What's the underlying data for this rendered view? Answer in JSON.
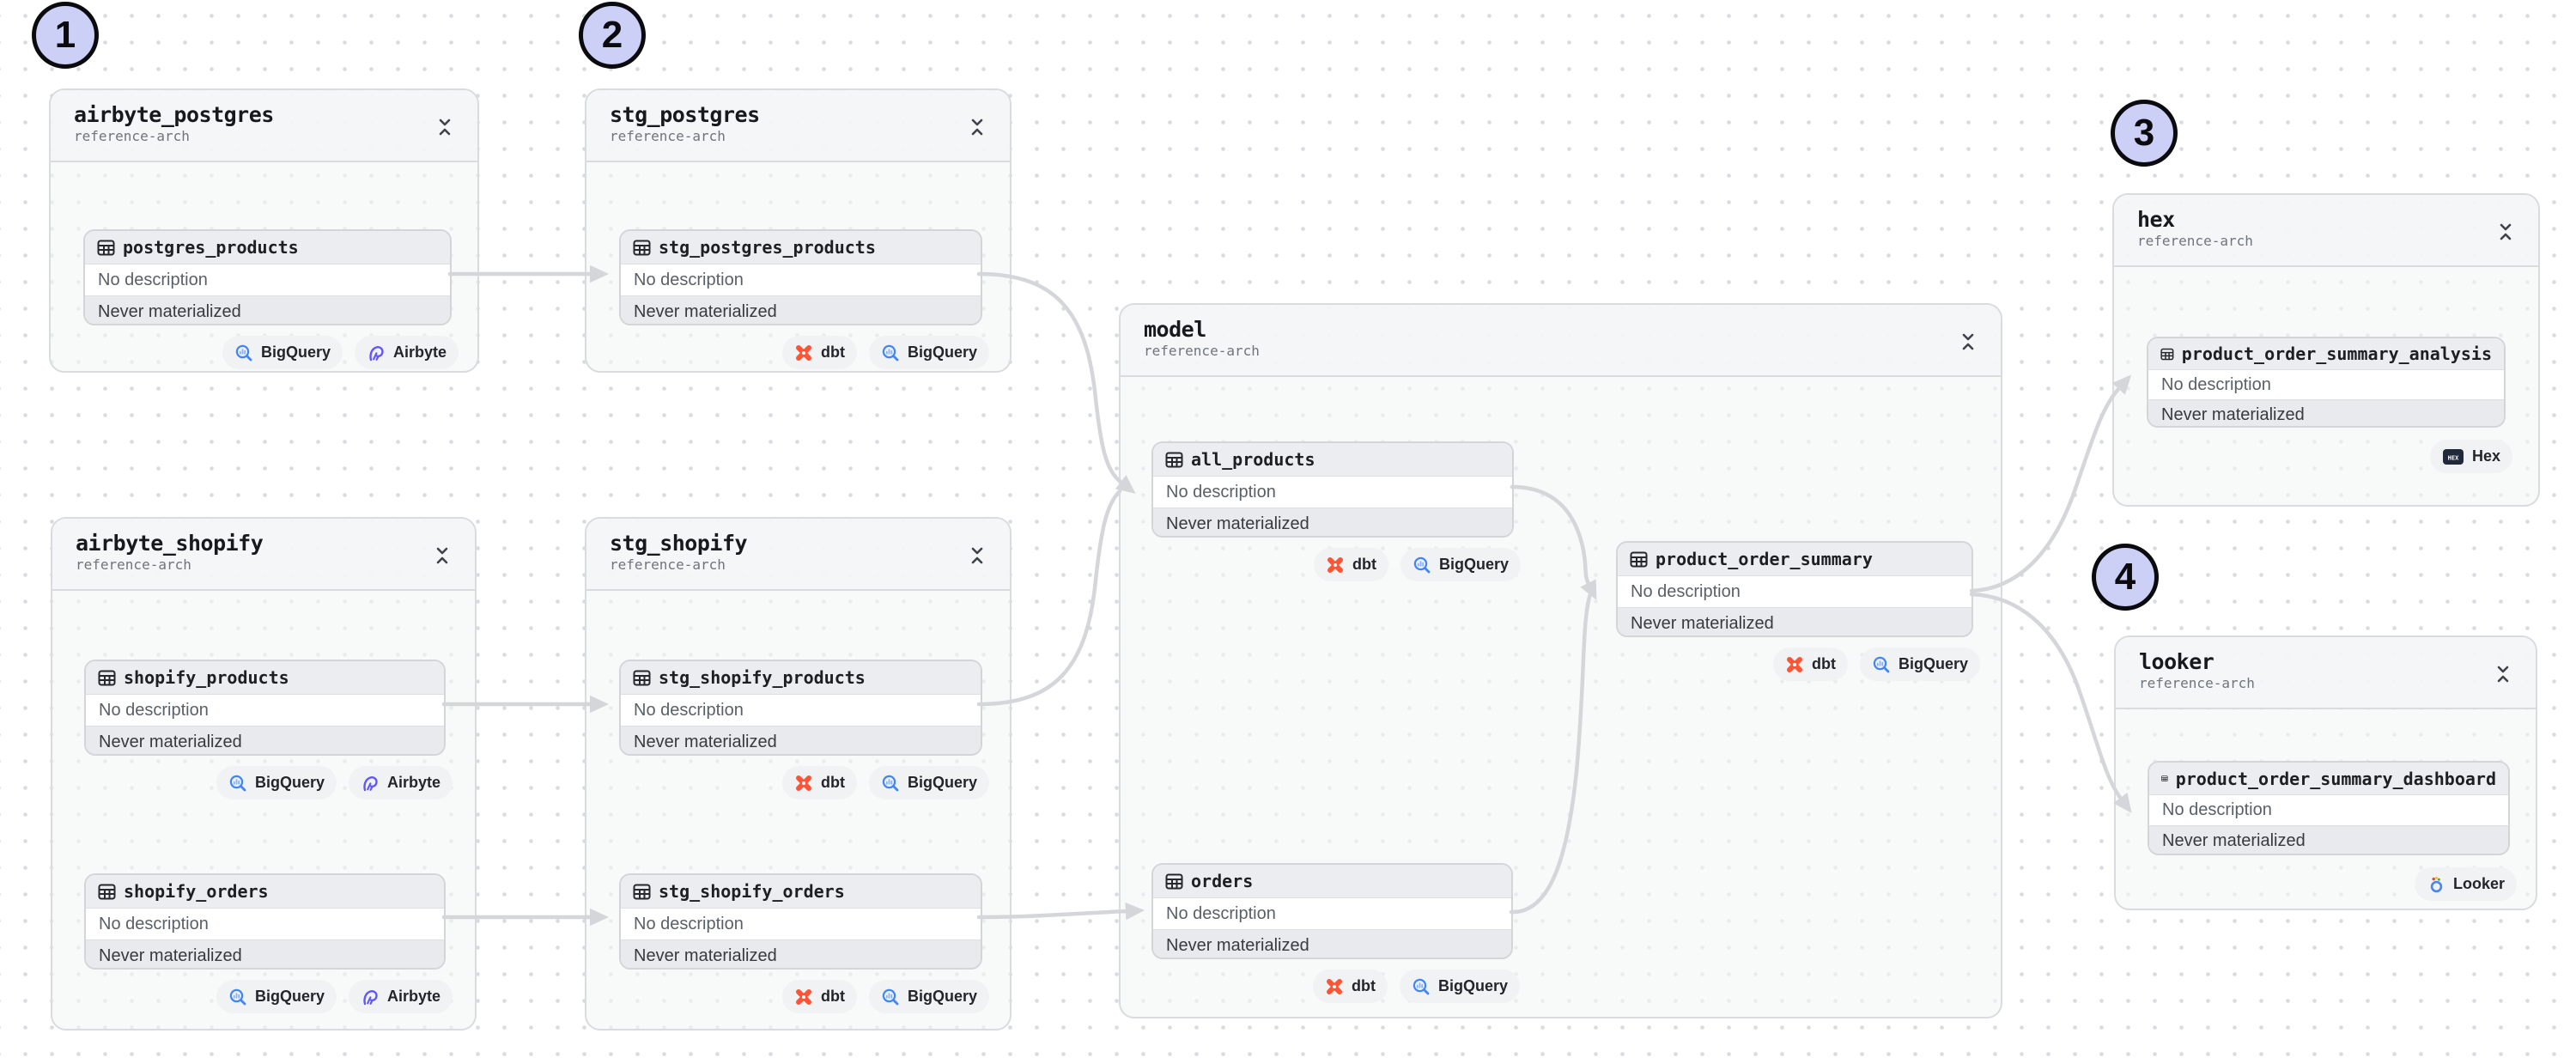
{
  "annotations": {
    "circle_fill": "#cdd0f6",
    "markers": [
      {
        "label": "1"
      },
      {
        "label": "2"
      },
      {
        "label": "3"
      },
      {
        "label": "4"
      }
    ]
  },
  "colors": {
    "edge": "#d6d8dc",
    "bigquery_blue": "#4285f4",
    "airbyte_purple": "#6157ff",
    "dbt_orange": "#ff5436",
    "hex_navy": "#202a3b",
    "looker_blue": "#4a86ec"
  },
  "groups": [
    {
      "title": "airbyte_postgres",
      "subtitle": "reference-arch",
      "nodes": [
        {
          "name": "postgres_products",
          "description": "No description",
          "status": "Never materialized",
          "badges": [
            {
              "type": "bigquery",
              "label": "BigQuery"
            },
            {
              "type": "airbyte",
              "label": "Airbyte"
            }
          ]
        }
      ]
    },
    {
      "title": "stg_postgres",
      "subtitle": "reference-arch",
      "nodes": [
        {
          "name": "stg_postgres_products",
          "description": "No description",
          "status": "Never materialized",
          "badges": [
            {
              "type": "dbt",
              "label": "dbt"
            },
            {
              "type": "bigquery",
              "label": "BigQuery"
            }
          ]
        }
      ]
    },
    {
      "title": "airbyte_shopify",
      "subtitle": "reference-arch",
      "nodes": [
        {
          "name": "shopify_products",
          "description": "No description",
          "status": "Never materialized",
          "badges": [
            {
              "type": "bigquery",
              "label": "BigQuery"
            },
            {
              "type": "airbyte",
              "label": "Airbyte"
            }
          ]
        },
        {
          "name": "shopify_orders",
          "description": "No description",
          "status": "Never materialized",
          "badges": [
            {
              "type": "bigquery",
              "label": "BigQuery"
            },
            {
              "type": "airbyte",
              "label": "Airbyte"
            }
          ]
        }
      ]
    },
    {
      "title": "stg_shopify",
      "subtitle": "reference-arch",
      "nodes": [
        {
          "name": "stg_shopify_products",
          "description": "No description",
          "status": "Never materialized",
          "badges": [
            {
              "type": "dbt",
              "label": "dbt"
            },
            {
              "type": "bigquery",
              "label": "BigQuery"
            }
          ]
        },
        {
          "name": "stg_shopify_orders",
          "description": "No description",
          "status": "Never materialized",
          "badges": [
            {
              "type": "dbt",
              "label": "dbt"
            },
            {
              "type": "bigquery",
              "label": "BigQuery"
            }
          ]
        }
      ]
    },
    {
      "title": "model",
      "subtitle": "reference-arch",
      "nodes": [
        {
          "name": "all_products",
          "description": "No description",
          "status": "Never materialized",
          "badges": [
            {
              "type": "dbt",
              "label": "dbt"
            },
            {
              "type": "bigquery",
              "label": "BigQuery"
            }
          ]
        },
        {
          "name": "product_order_summary",
          "description": "No description",
          "status": "Never materialized",
          "badges": [
            {
              "type": "dbt",
              "label": "dbt"
            },
            {
              "type": "bigquery",
              "label": "BigQuery"
            }
          ]
        },
        {
          "name": "orders",
          "description": "No description",
          "status": "Never materialized",
          "badges": [
            {
              "type": "dbt",
              "label": "dbt"
            },
            {
              "type": "bigquery",
              "label": "BigQuery"
            }
          ]
        }
      ]
    },
    {
      "title": "hex",
      "subtitle": "reference-arch",
      "nodes": [
        {
          "name": "product_order_summary_analysis",
          "description": "No description",
          "status": "Never materialized",
          "badges": [
            {
              "type": "hex",
              "label": "Hex"
            }
          ]
        }
      ]
    },
    {
      "title": "looker",
      "subtitle": "reference-arch",
      "nodes": [
        {
          "name": "product_order_summary_dashboard",
          "description": "No description",
          "status": "Never materialized",
          "badges": [
            {
              "type": "looker",
              "label": "Looker"
            }
          ]
        }
      ]
    }
  ],
  "edges": [
    {
      "from": "postgres_products",
      "to": "stg_postgres_products"
    },
    {
      "from": "shopify_products",
      "to": "stg_shopify_products"
    },
    {
      "from": "shopify_orders",
      "to": "stg_shopify_orders"
    },
    {
      "from": "stg_postgres_products",
      "to": "all_products"
    },
    {
      "from": "stg_shopify_products",
      "to": "all_products"
    },
    {
      "from": "stg_shopify_orders",
      "to": "orders"
    },
    {
      "from": "all_products",
      "to": "product_order_summary"
    },
    {
      "from": "orders",
      "to": "product_order_summary"
    },
    {
      "from": "product_order_summary",
      "to": "product_order_summary_analysis"
    },
    {
      "from": "product_order_summary",
      "to": "product_order_summary_dashboard"
    }
  ]
}
